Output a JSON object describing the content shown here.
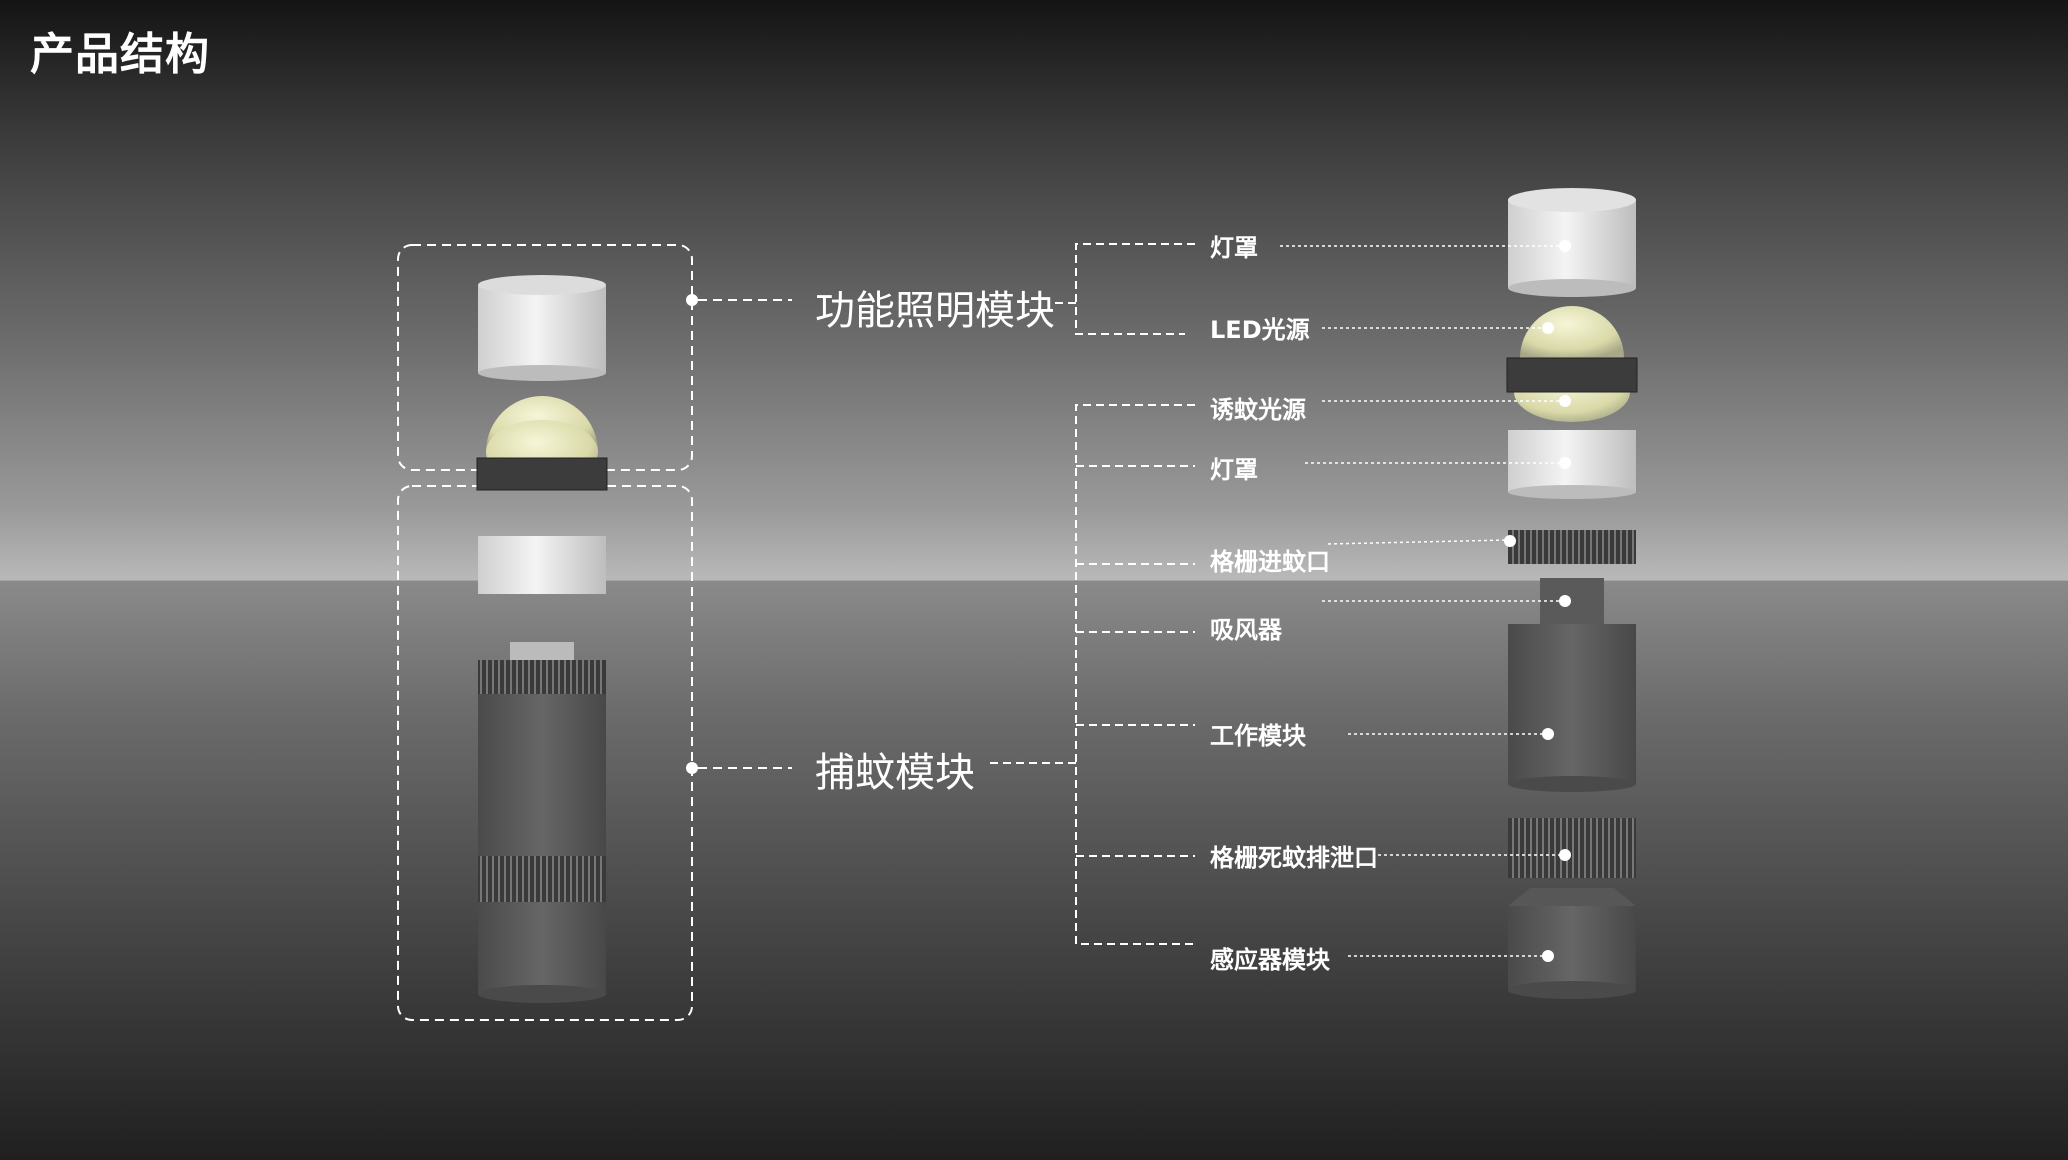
{
  "page": {
    "title": "产品结构"
  },
  "modules": [
    {
      "id": "lighting",
      "label": "功能照明模块"
    },
    {
      "id": "catching",
      "label": "捕蚊模块"
    }
  ],
  "parts": [
    {
      "label": "灯罩"
    },
    {
      "label": "LED光源"
    },
    {
      "label": "诱蚊光源"
    },
    {
      "label": "灯罩"
    },
    {
      "label": "格栅进蚊口"
    },
    {
      "label": "吸风器"
    },
    {
      "label": "工作模块"
    },
    {
      "label": "格栅死蚊排泄口"
    },
    {
      "label": "感应器模块"
    }
  ],
  "colors": {
    "translucent": "#e8e8e8",
    "led": "#e6e6b8",
    "body": "#555555",
    "line": "#ffffff"
  }
}
